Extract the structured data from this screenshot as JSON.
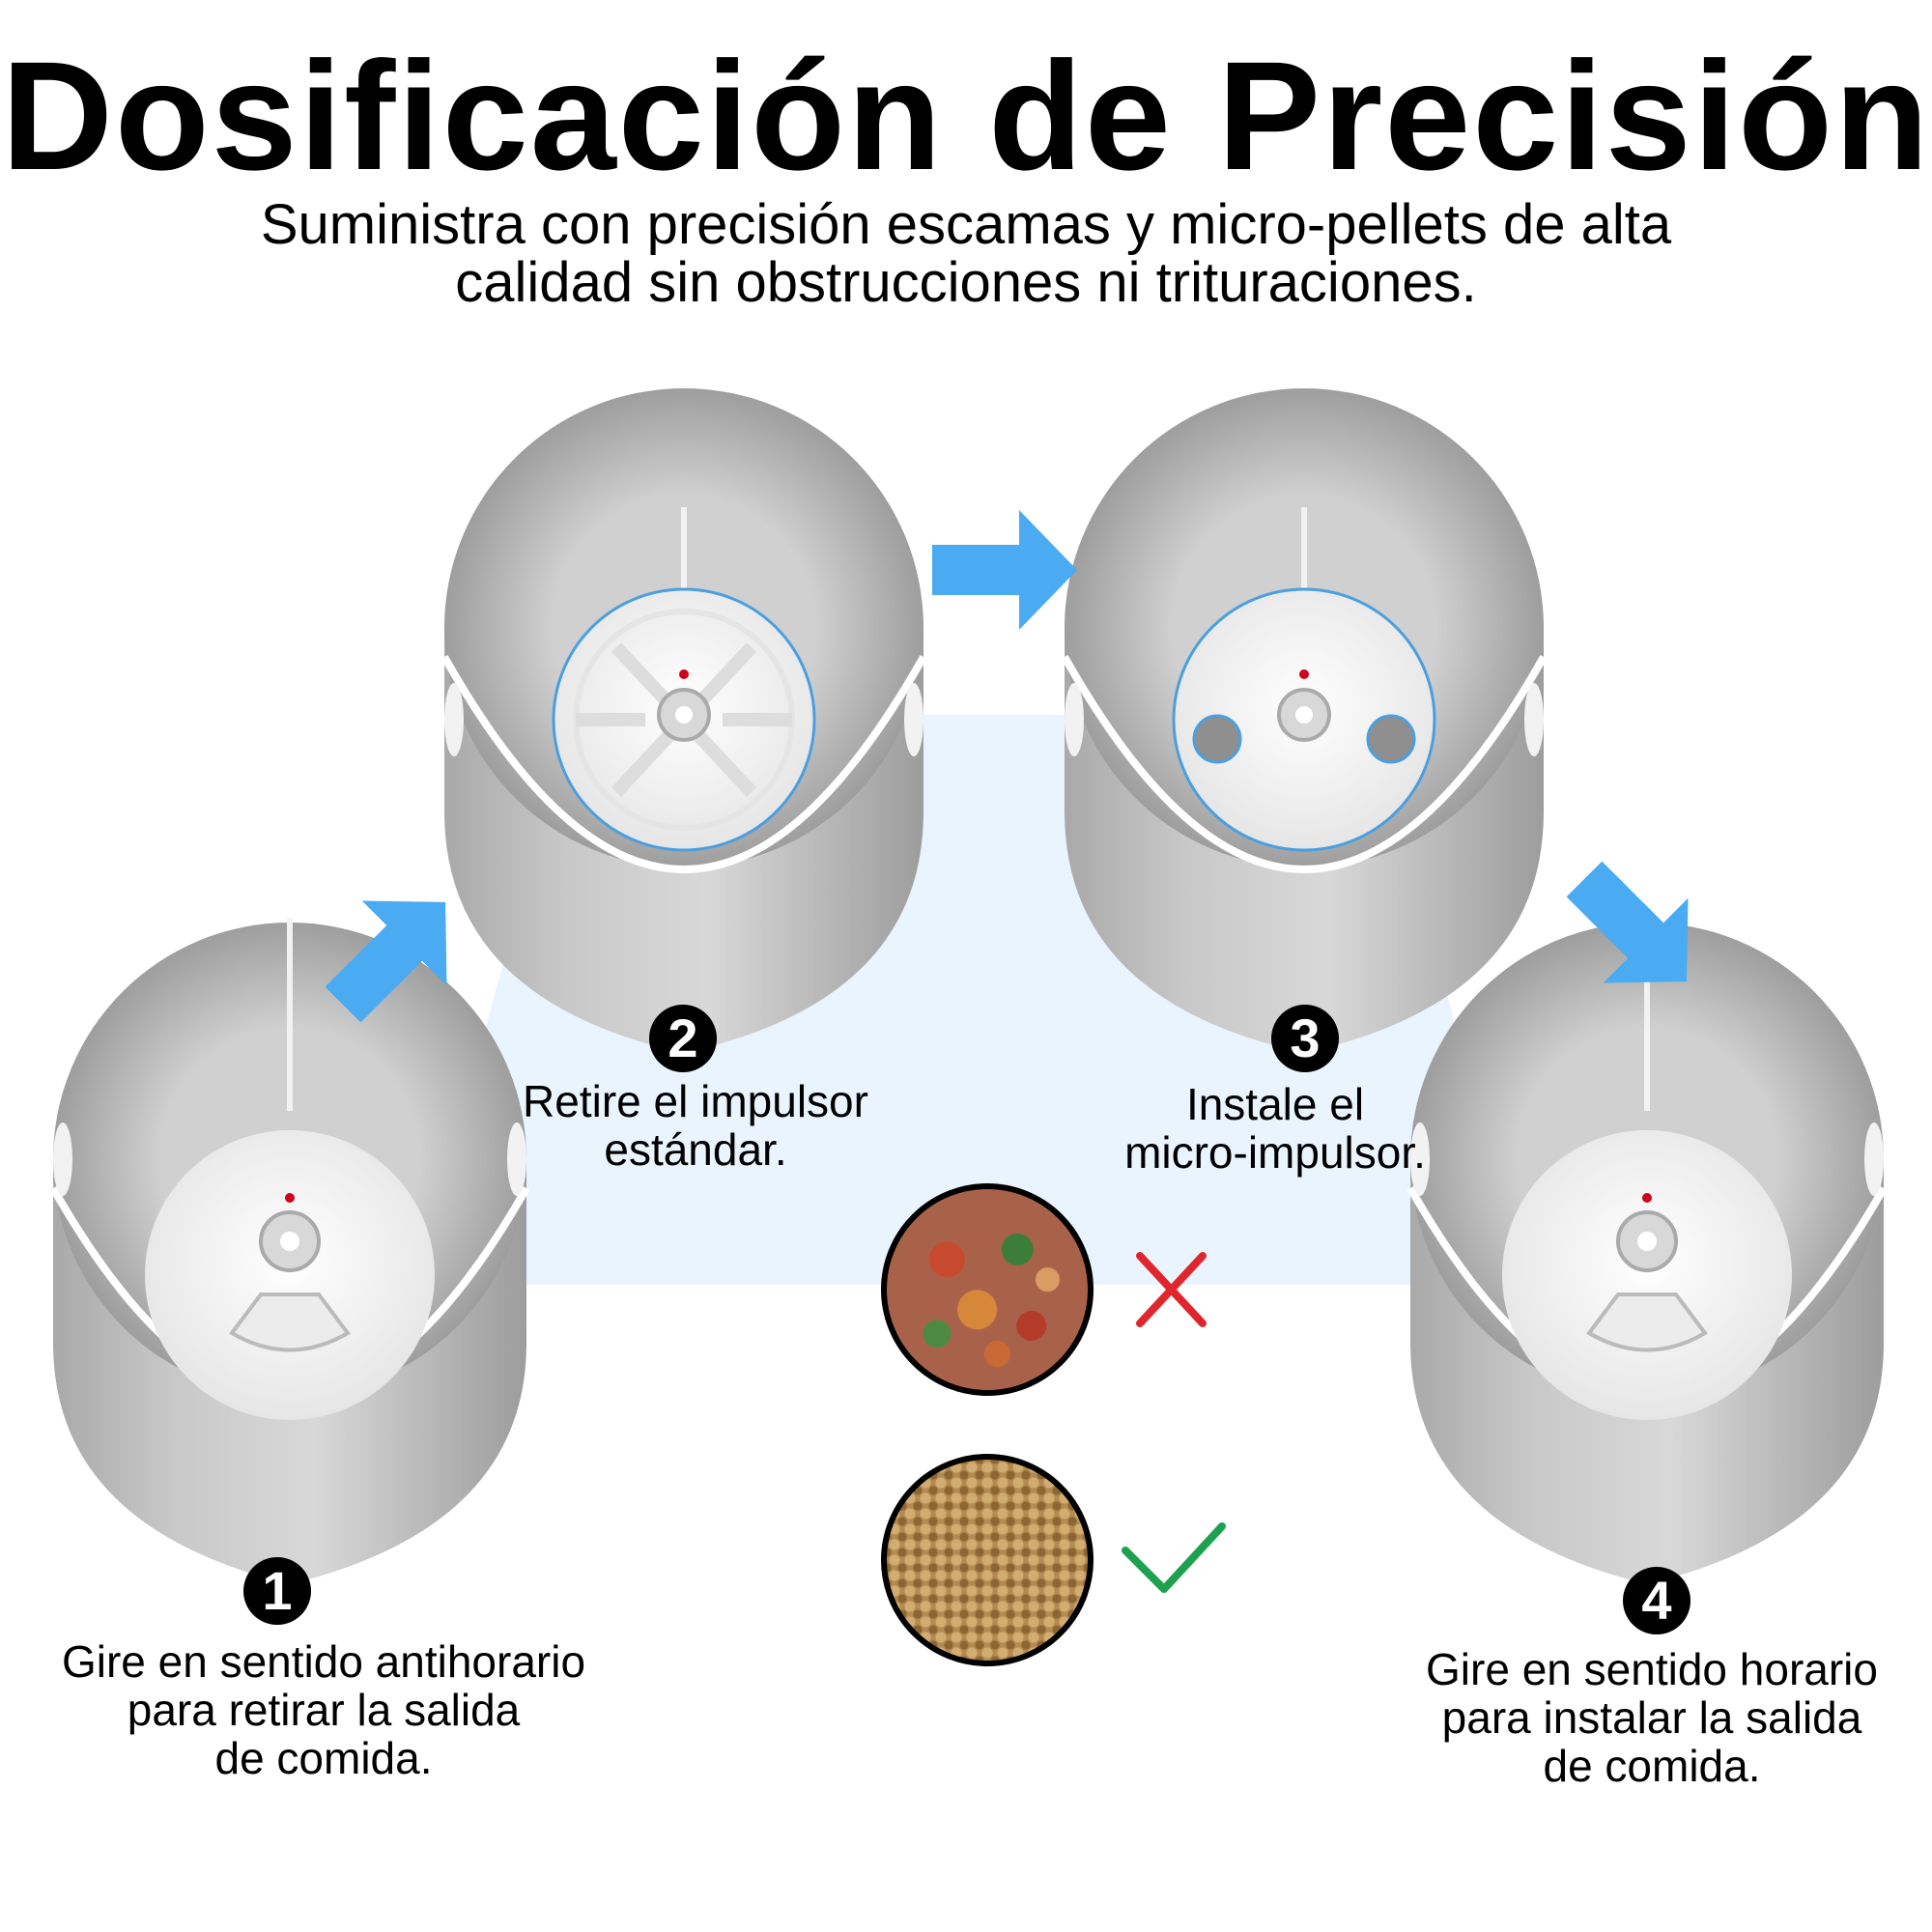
{
  "header": {
    "title": "Dosificación de Precisión",
    "subtitle_lines": [
      "Suministra con precisión escamas y micro-pellets de alta",
      "calidad sin obstrucciones ni trituraciones."
    ]
  },
  "steps": [
    {
      "number": "1",
      "caption_lines": [
        "Gire en sentido antihorario",
        "para retirar la salida",
        "de comida."
      ]
    },
    {
      "number": "2",
      "caption_lines": [
        "Retire el impulsor",
        "estándar."
      ]
    },
    {
      "number": "3",
      "caption_lines": [
        "Instale el",
        "micro-impulsor."
      ]
    },
    {
      "number": "4",
      "caption_lines": [
        "Gire en sentido horario",
        "para instalar la salida",
        "de comida."
      ]
    }
  ],
  "food_examples": [
    {
      "type": "flakes",
      "verdict_icon": "cross-icon"
    },
    {
      "type": "micro-pellets",
      "verdict_icon": "check-icon"
    }
  ],
  "colors": {
    "arrow": "#4aaaf2",
    "background_band": "#eaf4fe",
    "cross": "#e0262c",
    "check": "#1ea14f",
    "badge": "#000000",
    "impeller_outline": "#4a9fe0"
  }
}
